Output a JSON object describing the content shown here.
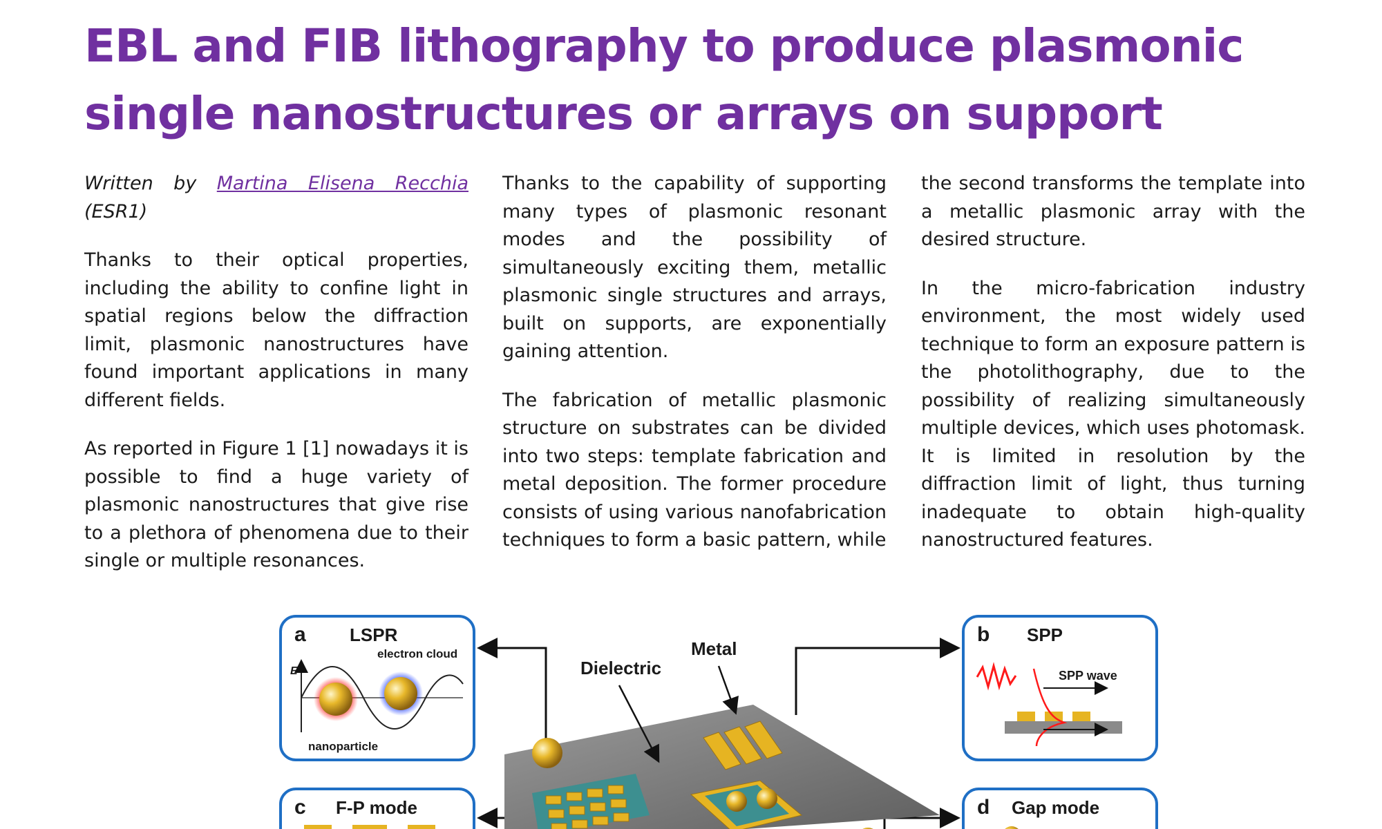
{
  "article": {
    "title": "EBL and FIB lithography to produce plasmonic single nanostructures or arrays on support",
    "byline_prefix": "Written by ",
    "author": "Martina Elisena Recchia",
    "byline_suffix": " (ESR1)",
    "paragraphs": [
      "Thanks to their optical properties, including the ability to confine light in spatial regions below the diffraction limit, plasmonic nanostructures have found important applications in many different fields.",
      "As reported in Figure 1 [1] nowadays it is possible to find a huge variety of plasmonic nanostructures that give rise to a plethora of phenomena due to their single or multiple resonances.",
      "Thanks to the capability of supporting many types of plasmonic resonant modes and the possibility of simultaneously exciting them, metallic plasmonic single structures and arrays, built on supports, are exponentially gaining attention.",
      "The fabrication of metallic plasmonic structure on substrates can be divided into two steps: template fabrication and metal deposition. The former procedure consists of using various nanofabrication techniques to form a basic pattern, while the second transforms the template into a metallic plasmonic array with the desired structure.",
      "In the micro-fabrication industry environment, the most widely used technique to form an exposure pattern is the photolithography, due to the possibility of realizing simultaneously multiple devices, which uses photomask. It is limited in resolution by the diffraction limit of light, thus turning inadequate to obtain high-quality nanostructured features."
    ],
    "col2_para2_part": "The fabrication of metallic plasmonic structure on substrates can be divided into two steps: template fabrication and metal deposition. The former procedure consists of using various nanofabrication techniques to form a basic pattern, while",
    "col3_para2_part": "the second transforms the template into a metallic plasmonic array with the desired structure."
  },
  "figure": {
    "panel_a": {
      "letter": "a",
      "title": "LSPR",
      "axis": "E",
      "label_cloud": "electron cloud",
      "label_particle": "nanoparticle"
    },
    "panel_b": {
      "letter": "b",
      "title": "SPP",
      "label_wave": "SPP wave"
    },
    "panel_c": {
      "letter": "c",
      "title": "F-P mode"
    },
    "panel_d": {
      "letter": "d",
      "title": "Gap mode"
    },
    "label_metal": "Metal",
    "label_dielectric": "Dielectric"
  },
  "colors": {
    "title": "#7030a0",
    "link": "#7030a0",
    "panel_border": "#1f6fc5",
    "gold": "#e6b422",
    "substrate": "#808080"
  }
}
